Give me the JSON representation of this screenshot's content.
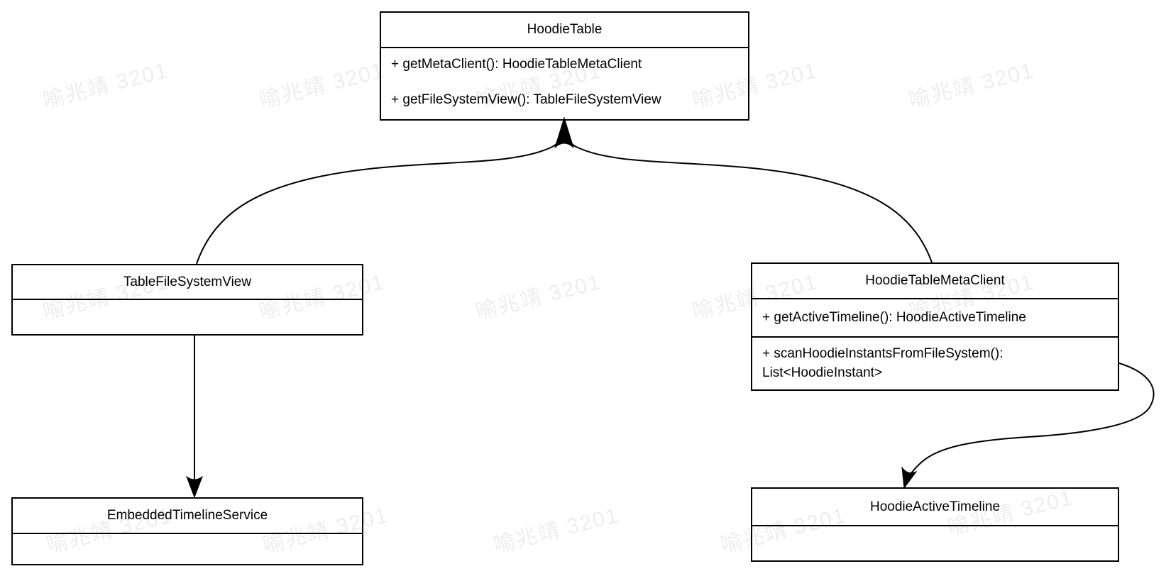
{
  "watermark": {
    "text": "喻兆靖 3201",
    "color": "rgba(0,0,0,0.07)"
  },
  "diagram": {
    "type": "uml-class-diagram",
    "classes": {
      "hoodie_table": {
        "title": "HoodieTable",
        "method1": "+ getMetaClient(): HoodieTableMetaClient",
        "method2": "+ getFileSystemView(): TableFileSystemView"
      },
      "table_file_system_view": {
        "title": "TableFileSystemView"
      },
      "hoodie_table_meta_client": {
        "title": "HoodieTableMetaClient",
        "method1": "+ getActiveTimeline(): HoodieActiveTimeline",
        "method2": "+ scanHoodieInstantsFromFileSystem(): List<HoodieInstant>"
      },
      "embedded_timeline_service": {
        "title": "EmbeddedTimelineService"
      },
      "hoodie_active_timeline": {
        "title": "HoodieActiveTimeline"
      }
    },
    "edges": [
      {
        "from": "TableFileSystemView",
        "to": "HoodieTable",
        "style": "curved-arrow"
      },
      {
        "from": "HoodieTableMetaClient",
        "to": "HoodieTable",
        "style": "curved-arrow"
      },
      {
        "from": "TableFileSystemView",
        "to": "EmbeddedTimelineService",
        "style": "straight-arrow"
      },
      {
        "from": "HoodieTableMetaClient",
        "to": "HoodieActiveTimeline",
        "style": "s-curve-arrow"
      }
    ],
    "line_color": "#000000",
    "box_fill": "#ffffff"
  }
}
